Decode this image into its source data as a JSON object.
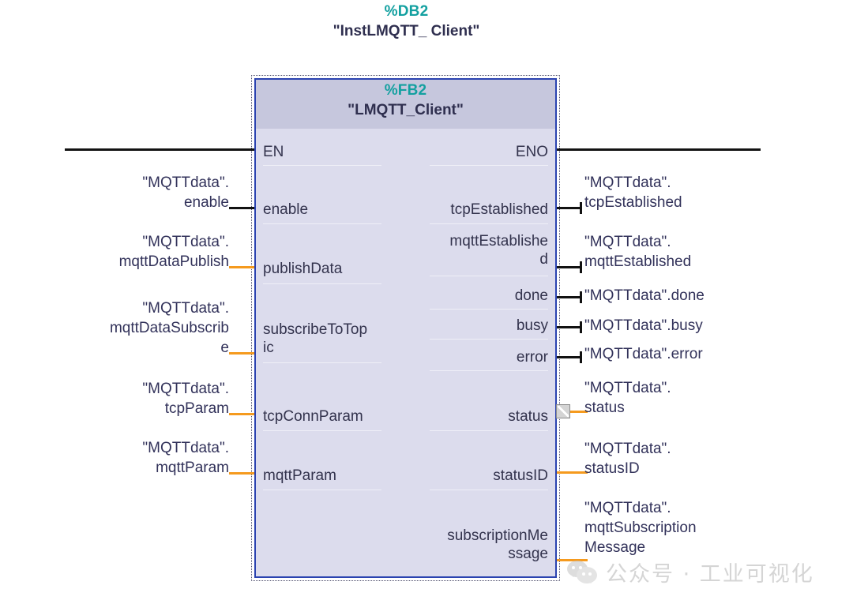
{
  "instance": {
    "db_number": "%DB2",
    "db_name": "\"InstLMQTT_\nClient\""
  },
  "block": {
    "fb_number": "%FB2",
    "fb_name": "\"LMQTT_Client\"",
    "en_label": "EN",
    "eno_label": "ENO",
    "accent_border": "#2b43b0",
    "body_color": "#dcdced",
    "header_color": "#c6c7dd",
    "number_color": "#13a0a0"
  },
  "inputs": [
    {
      "port": "enable",
      "operand": "\"MQTTdata\".\nenable",
      "wire": "black"
    },
    {
      "port": "publishData",
      "operand": "\"MQTTdata\".\nmqttDataPublish",
      "wire": "orange"
    },
    {
      "port": "subscribeToTop\nic",
      "operand": "\"MQTTdata\".\nmqttDataSubscrib\ne",
      "wire": "orange"
    },
    {
      "port": "tcpConnParam",
      "operand": "\"MQTTdata\".\ntcpParam",
      "wire": "orange"
    },
    {
      "port": "mqttParam",
      "operand": "\"MQTTdata\".\nmqttParam",
      "wire": "orange"
    }
  ],
  "outputs": [
    {
      "port": "tcpEstablished",
      "operand": "\"MQTTdata\".\ntcpEstablished",
      "wire": "black"
    },
    {
      "port": "mqttEstablishe\nd",
      "operand": "\"MQTTdata\".\nmqttEstablished",
      "wire": "black"
    },
    {
      "port": "done",
      "operand": "\"MQTTdata\".done",
      "wire": "black"
    },
    {
      "port": "busy",
      "operand": "\"MQTTdata\".busy",
      "wire": "black"
    },
    {
      "port": "error",
      "operand": "\"MQTTdata\".error",
      "wire": "black"
    },
    {
      "port": "status",
      "operand": "\"MQTTdata\".\nstatus",
      "wire": "orange"
    },
    {
      "port": "statusID",
      "operand": "\"MQTTdata\".\nstatusID",
      "wire": "orange"
    },
    {
      "port": "subscriptionMe\nssage",
      "operand": "\"MQTTdata\".\nmqttSubscription\nMessage",
      "wire": "orange"
    }
  ],
  "watermark": {
    "text": "公众号 · 工业可视化",
    "logo": "wechat-icon"
  }
}
